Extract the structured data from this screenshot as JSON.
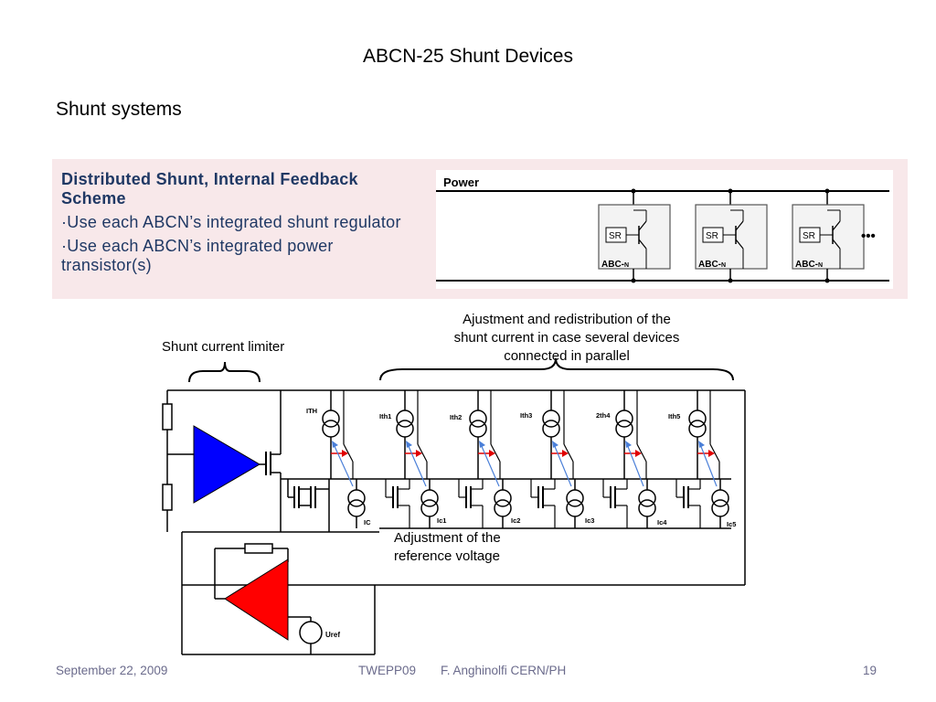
{
  "slide": {
    "title": "ABCN-25 Shunt Devices",
    "subtitle": "Shunt systems"
  },
  "scheme": {
    "heading": "Distributed Shunt, Internal Feedback Scheme",
    "bullets": [
      "Use each ABCN’s integrated shunt regulator",
      "Use each ABCN’s integrated power transistor(s)"
    ]
  },
  "power_diagram": {
    "label": "Power",
    "block_label": "SR",
    "chip_label_prefix": "ABC-",
    "chip_label_suffix": "N",
    "ellipsis": "•••"
  },
  "annotations": {
    "shunt_limiter": "Shunt current limiter",
    "adjustment_line1": "Ajustment and  redistribution of the",
    "adjustment_line2": "shunt current in case several devices",
    "adjustment_line3": "connected in parallel",
    "reference_line1": "Adjustment of the",
    "reference_line2": "reference voltage"
  },
  "circuit": {
    "top_sources": [
      "ITH",
      "Ith1",
      "Ith2",
      "Ith3",
      "2th4",
      "Ith5"
    ],
    "bottom_sources": [
      "IC",
      "Ic1",
      "Ic2",
      "Ic3",
      "Ic4",
      "Ic5"
    ],
    "uref_label": "Uref",
    "colors": {
      "amplifier_main": "#0000ff",
      "amplifier_ref": "#ff0000",
      "current_arrow": "#e00000",
      "feedback_arrow": "#4a7fd8"
    }
  },
  "footer": {
    "date": "September 22, 2009",
    "conference": "TWEPP09",
    "author": "F. Anghinolfi CERN/PH",
    "page": "19"
  }
}
